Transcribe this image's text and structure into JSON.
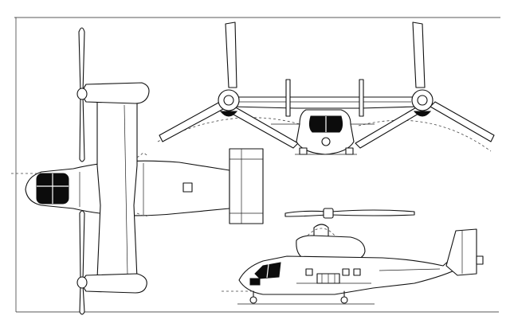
{
  "drawing": {
    "subject": "tiltrotor-aircraft",
    "views": [
      "plan-view",
      "front-view",
      "side-view"
    ]
  },
  "colors": {
    "paper": "#ffffff",
    "ink": "#111111",
    "glass": "#0c0c0c"
  }
}
